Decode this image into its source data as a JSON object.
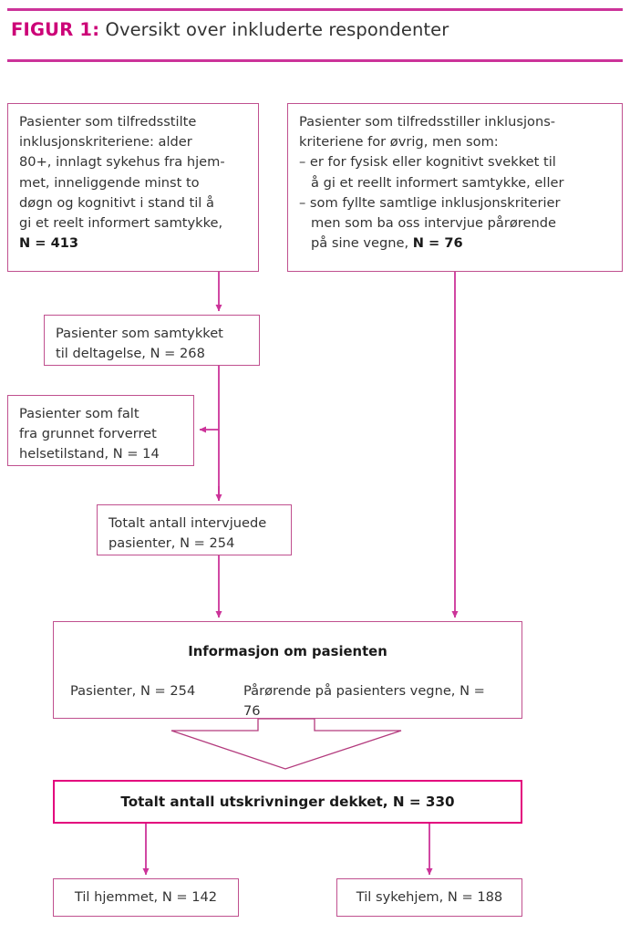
{
  "figure": {
    "label": "FIGUR 1:",
    "title": "Oversikt over inkluderte respondenter",
    "accent_color": "#cc0077",
    "rule_color": "#cc3399",
    "box_border_color": "#c0508f",
    "emphasis_border_color": "#e3007d",
    "text_color": "#333333"
  },
  "nodes": {
    "incl_consent": {
      "line1": "Pasienter som tilfredsstilte",
      "line2": "inklusjonskriteriene: alder",
      "line3": "80+, innlagt sykehus fra hjem-",
      "line4": "met, inneliggende minst to",
      "line5": "døgn og kognitivt i stand til å",
      "line6": "gi et reelt informert samtykke,",
      "n_label": "N = 413"
    },
    "incl_proxy": {
      "line1": "Pasienter som tilfredsstiller inklusjons-",
      "line2": "kriteriene for øvrig, men som:",
      "bullet1_a": "– er for fysisk eller kognitivt svekket til",
      "bullet1_b": "å gi et reellt informert samtykke, eller",
      "bullet2_a": "– som fyllte samtlige inklusjonskriterier",
      "bullet2_b": "men som ba oss intervjue pårørende",
      "bullet2_c": "på sine vegne, ",
      "n_label": "N = 76"
    },
    "consented": {
      "line1": "Pasienter som samtykket",
      "line2": "til deltagelse, N = 268"
    },
    "dropout": {
      "line1": "Pasienter som falt",
      "line2": "fra grunnet forverret",
      "line3": "helsetilstand, N = 14"
    },
    "interviewed": {
      "line1": "Totalt antall intervjuede",
      "line2": "pasienter, N = 254"
    },
    "info": {
      "heading": "Informasjon om pasienten",
      "col1": "Pasienter, N = 254",
      "col2": "Pårørende på pasienters vegne, N = 76"
    },
    "total": {
      "text": "Totalt antall utskrivninger dekket, N = 330"
    },
    "home": {
      "text": "Til hjemmet, N = 142"
    },
    "nursing": {
      "text": "Til sykehjem, N = 188"
    }
  },
  "chart_data": {
    "type": "diagram",
    "title": "Oversikt over inkluderte respondenter",
    "flow": [
      {
        "id": "incl_consent",
        "n": 413
      },
      {
        "id": "incl_proxy",
        "n": 76
      },
      {
        "id": "consented",
        "n": 268
      },
      {
        "id": "dropout",
        "n": 14
      },
      {
        "id": "interviewed",
        "n": 254
      },
      {
        "id": "info_patients",
        "n": 254
      },
      {
        "id": "info_proxy",
        "n": 76
      },
      {
        "id": "total_discharges",
        "n": 330
      },
      {
        "id": "to_home",
        "n": 142
      },
      {
        "id": "to_nursing_home",
        "n": 188
      }
    ],
    "edges": [
      [
        "incl_consent",
        "consented"
      ],
      [
        "consented",
        "dropout"
      ],
      [
        "consented",
        "interviewed"
      ],
      [
        "interviewed",
        "info_patients"
      ],
      [
        "incl_proxy",
        "info_proxy"
      ],
      [
        "info_patients",
        "total_discharges"
      ],
      [
        "info_proxy",
        "total_discharges"
      ],
      [
        "total_discharges",
        "to_home"
      ],
      [
        "total_discharges",
        "to_nursing_home"
      ]
    ]
  }
}
